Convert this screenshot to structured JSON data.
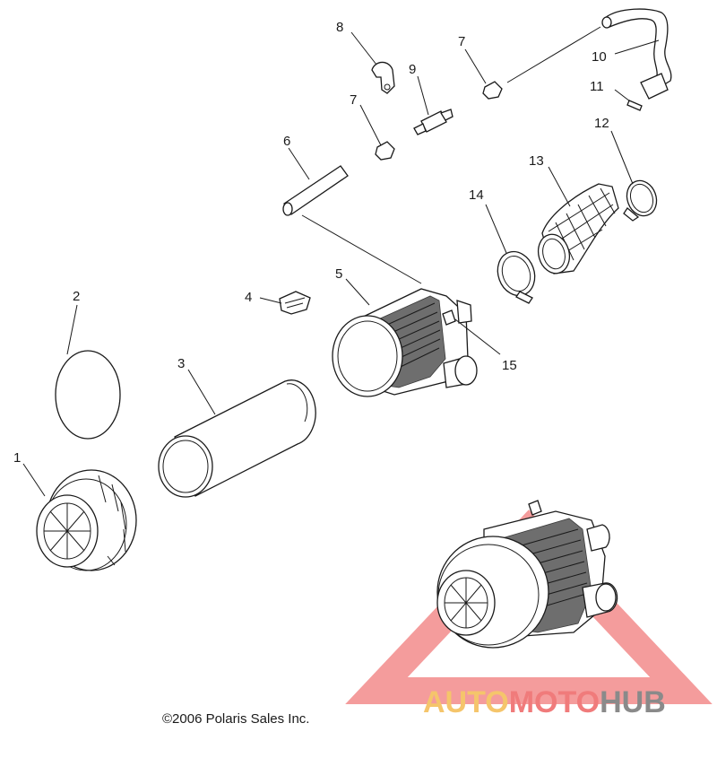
{
  "callouts": {
    "c1": "1",
    "c2": "2",
    "c3": "3",
    "c4": "4",
    "c5": "5",
    "c6": "6",
    "c7a": "7",
    "c7b": "7",
    "c8": "8",
    "c9": "9",
    "c10": "10",
    "c11": "11",
    "c12": "12",
    "c13": "13",
    "c14": "14",
    "c15": "15"
  },
  "copyright": "©2006 Polaris Sales Inc.",
  "watermark": {
    "auto": "AUTO",
    "moto": "MOTO",
    "hub": "HUB",
    "color_auto": "#f5c56b",
    "color_moto": "#f07b7b",
    "color_hub": "#8a8a8a"
  }
}
